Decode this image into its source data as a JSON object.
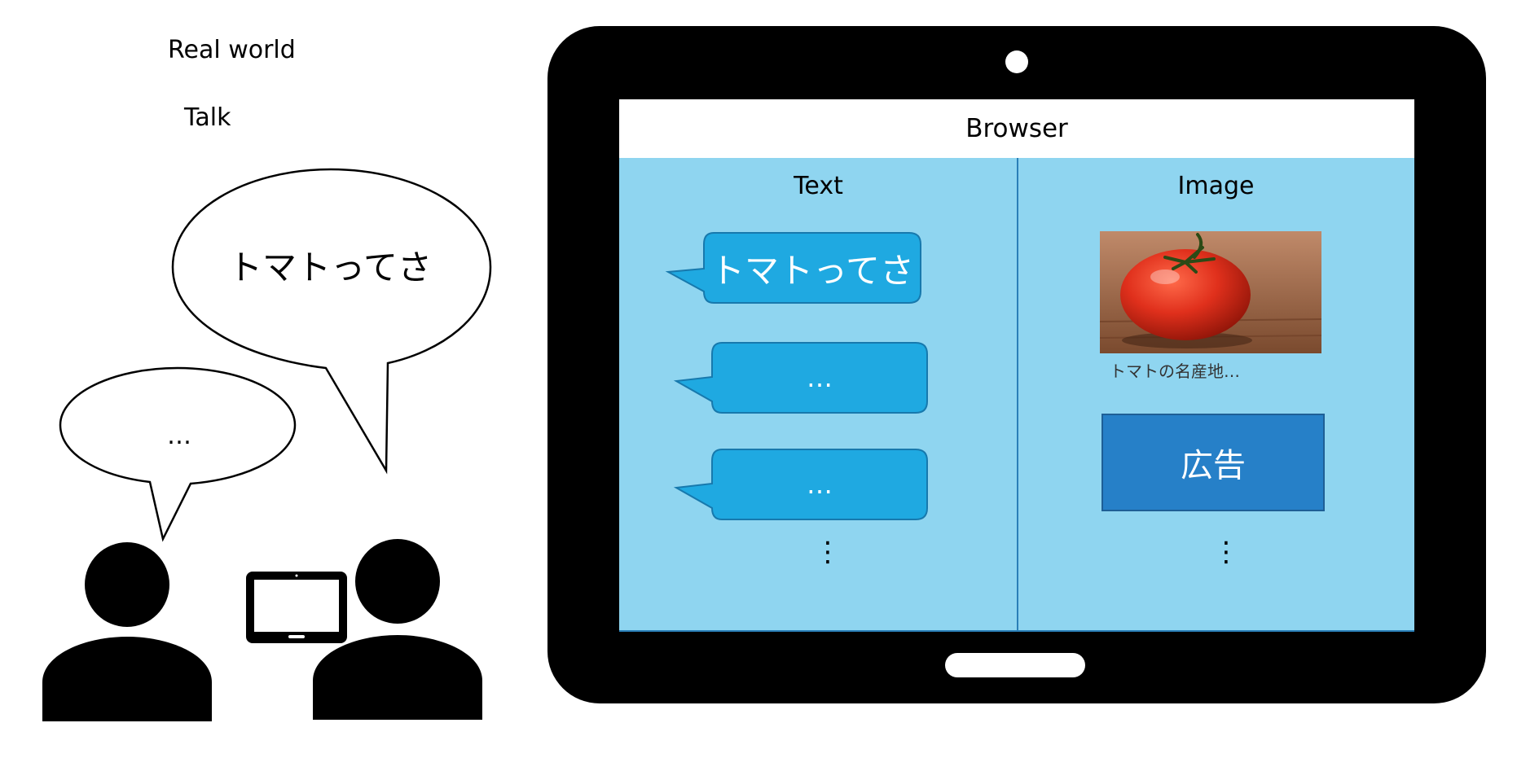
{
  "real_world_label": "Real world",
  "talk_label": "Talk",
  "conversation": {
    "big_speech": "トマトってさ",
    "small_speech": "…"
  },
  "tablet": {
    "browser_title": "Browser",
    "text_column": {
      "title": "Text",
      "bubbles": [
        "トマトってさ",
        "…",
        "…"
      ],
      "more": "⋮"
    },
    "image_column": {
      "title": "Image",
      "image_caption": "トマトの名産地…",
      "ad_label": "広告",
      "more": "⋮"
    }
  },
  "colors": {
    "screen_background": "#8fd5f0",
    "bubble_fill": "#1fa9e1",
    "ad_fill": "#2680c8",
    "device_body": "#000000"
  }
}
